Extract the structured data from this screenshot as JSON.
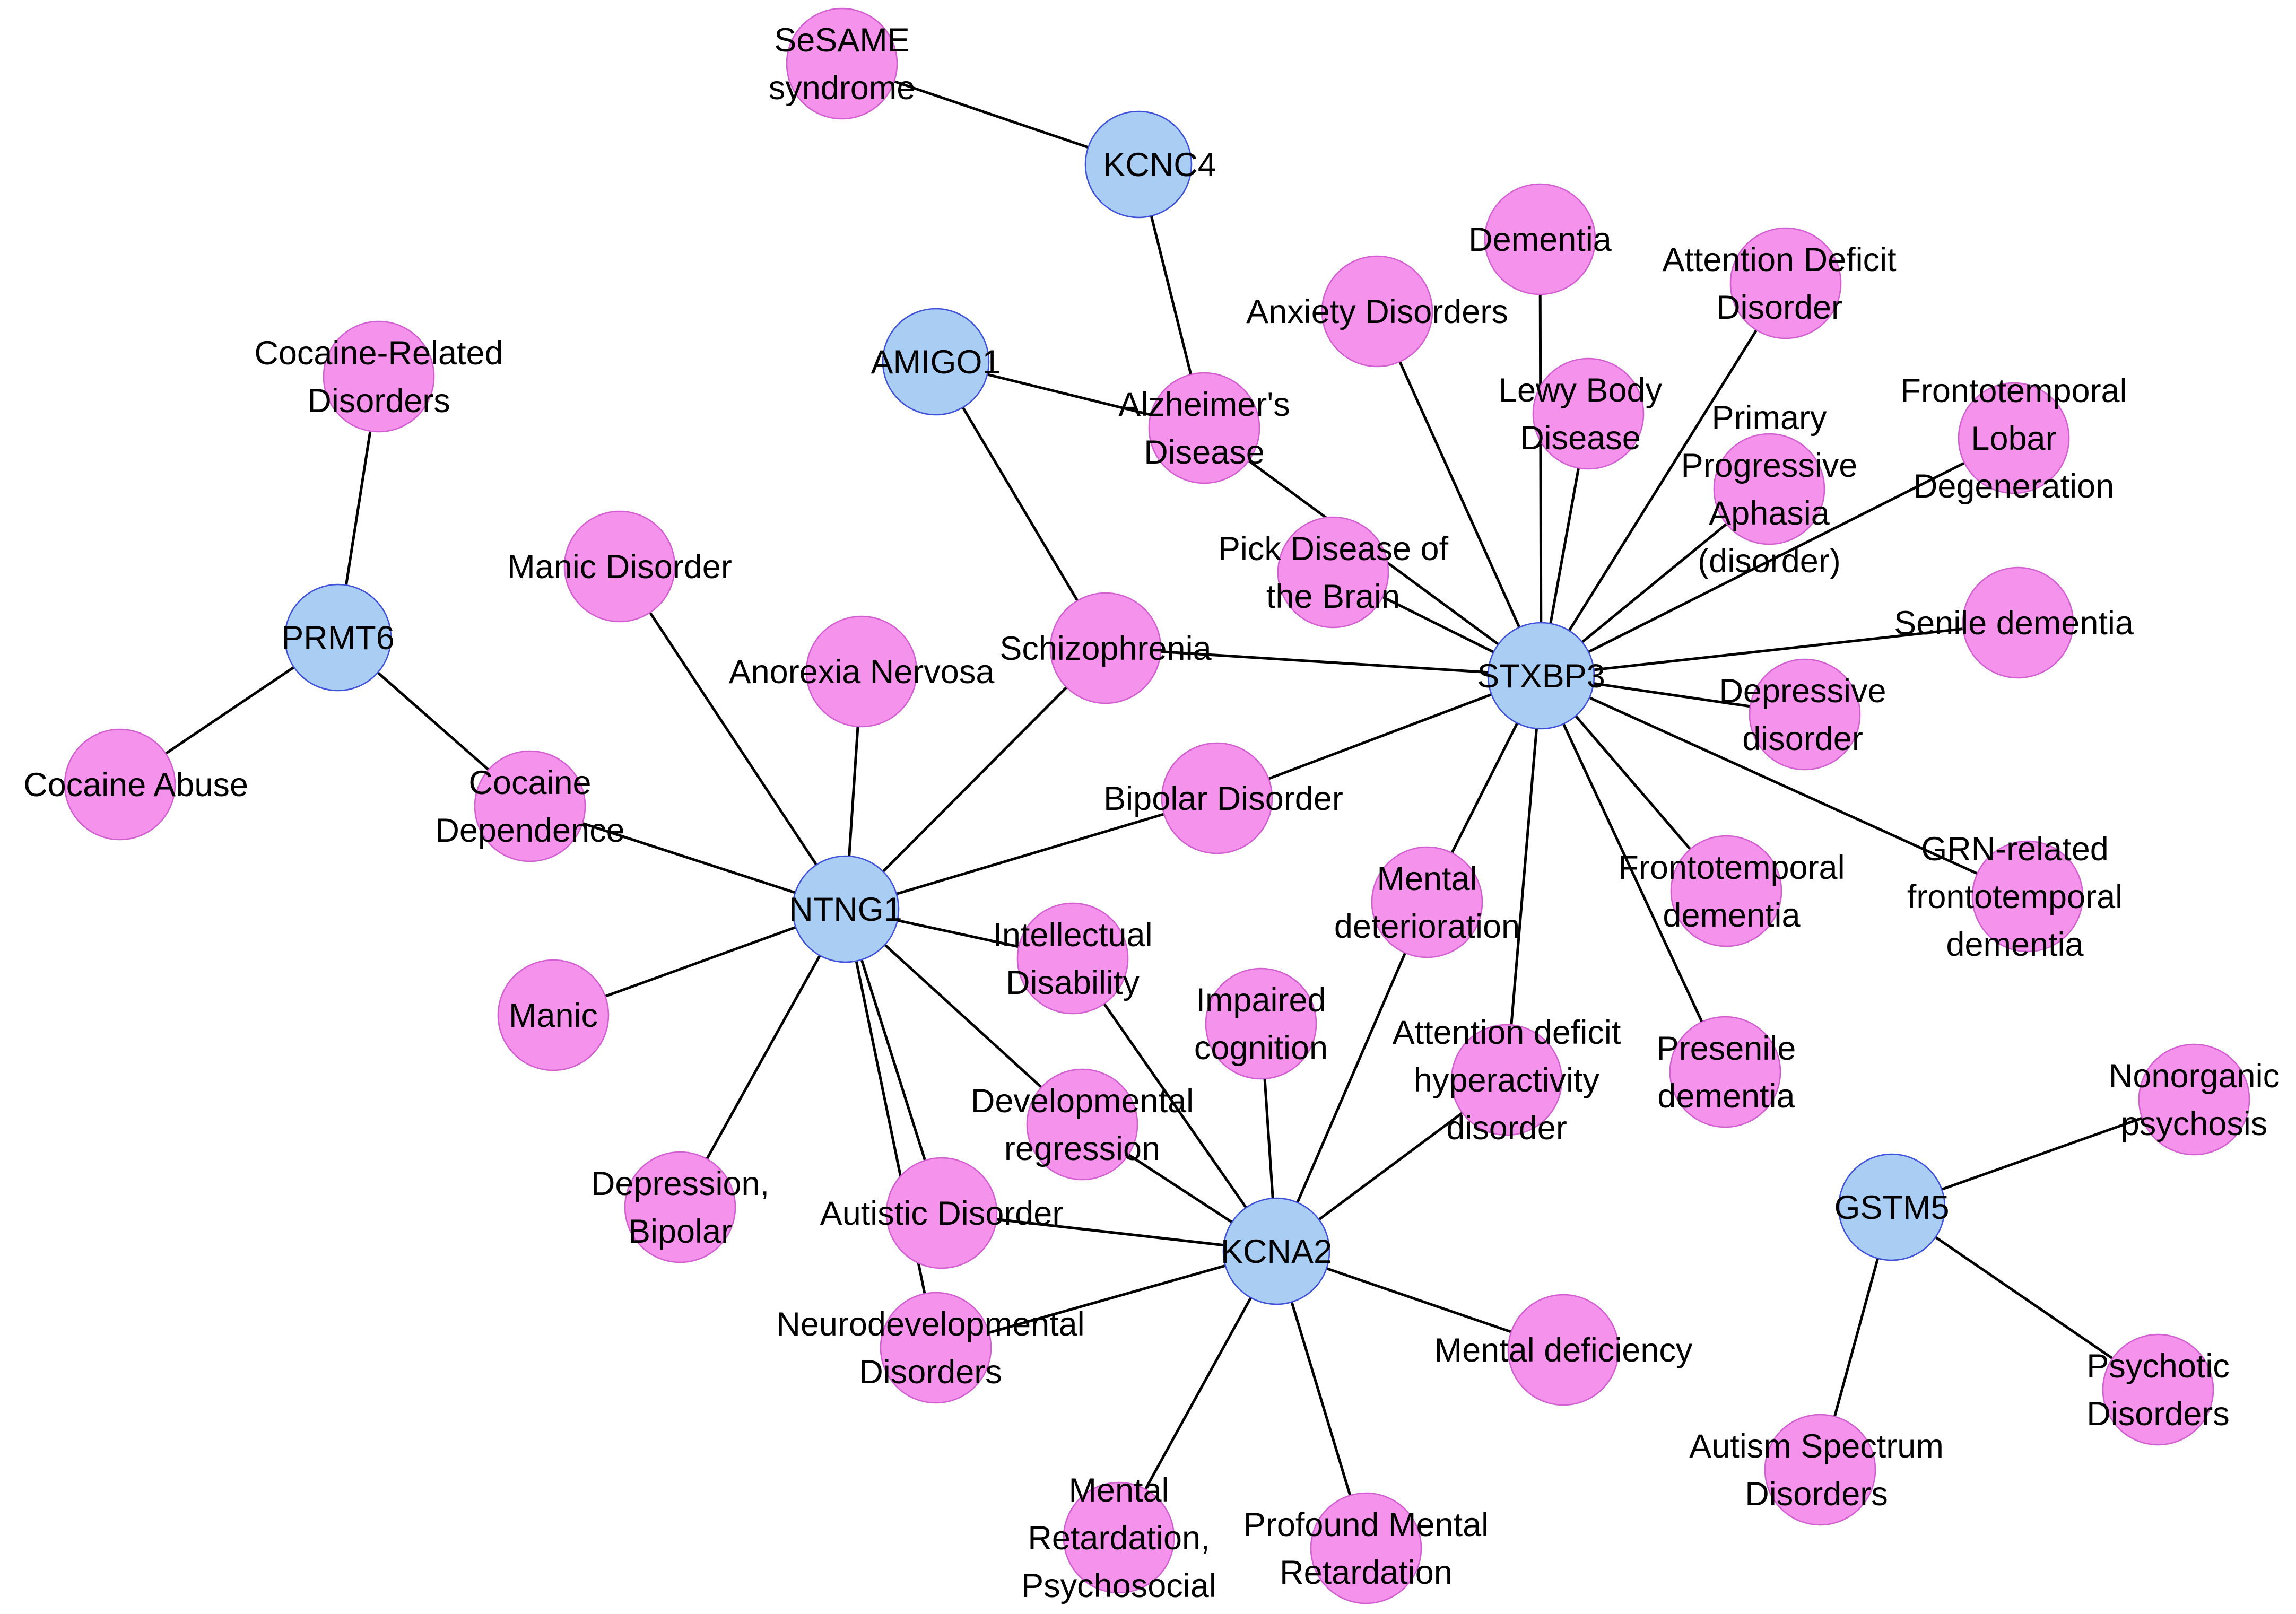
{
  "colors": {
    "gene_fill": "#a9cdf3",
    "gene_stroke": "#3f50d9",
    "disease_fill": "#f593ec",
    "disease_stroke": "#d25fcf",
    "edge": "#000000"
  },
  "genes": {
    "kcnc4": "KCNC4",
    "amigo1": "AMIGO1",
    "prmt6": "PRMT6",
    "ntng1": "NTNG1",
    "stxbp3": "STXBP3",
    "kcna2": "KCNA2",
    "gstm5": "GSTM5"
  },
  "diseases": {
    "sesame": [
      "SeSAME",
      "syndrome"
    ],
    "cocaine_related": [
      "Cocaine-Related",
      "Disorders"
    ],
    "manic_disorder": [
      "Manic Disorder"
    ],
    "cocaine_abuse": [
      "Cocaine Abuse"
    ],
    "cocaine_dependence": [
      "Cocaine",
      "Dependence"
    ],
    "manic": [
      "Manic"
    ],
    "depression_bipolar": [
      "Depression,",
      "Bipolar"
    ],
    "anorexia": [
      "Anorexia Nervosa"
    ],
    "schizophrenia": [
      "Schizophrenia"
    ],
    "alzheimers": [
      "Alzheimer's",
      "Disease"
    ],
    "anxiety": [
      "Anxiety Disorders"
    ],
    "dementia": [
      "Dementia"
    ],
    "add": [
      "Attention Deficit",
      "Disorder"
    ],
    "lewy": [
      "Lewy Body",
      "Disease"
    ],
    "ppa": [
      "Primary",
      "Progressive",
      "Aphasia",
      "(disorder)"
    ],
    "ftld": [
      "Frontotemporal",
      "Lobar",
      "Degeneration"
    ],
    "pick": [
      "Pick Disease of",
      "the Brain"
    ],
    "senile": [
      "Senile dementia"
    ],
    "depressive": [
      "Depressive",
      "disorder"
    ],
    "bipolar": [
      "Bipolar Disorder"
    ],
    "grn": [
      "GRN-related",
      "frontotemporal",
      "dementia"
    ],
    "ftd": [
      "Frontotemporal",
      "dementia"
    ],
    "mental_det": [
      "Mental",
      "deterioration"
    ],
    "intellectual": [
      "Intellectual",
      "Disability"
    ],
    "impaired": [
      "Impaired",
      "cognition"
    ],
    "adhd": [
      "Attention deficit",
      "hyperactivity",
      "disorder"
    ],
    "presenile": [
      "Presenile",
      "dementia"
    ],
    "dev_regression": [
      "Developmental",
      "regression"
    ],
    "autistic": [
      "Autistic Disorder"
    ],
    "neurodev": [
      "Neurodevelopmental",
      "Disorders"
    ],
    "mental_deficiency": [
      "Mental deficiency"
    ],
    "mr_psychosocial": [
      "Mental",
      "Retardation,",
      "Psychosocial"
    ],
    "profound": [
      "Profound Mental",
      "Retardation"
    ],
    "nonorganic": [
      "Nonorganic",
      "psychosis"
    ],
    "asd": [
      "Autism Spectrum",
      "Disorders"
    ],
    "psychotic": [
      "Psychotic",
      "Disorders"
    ]
  }
}
